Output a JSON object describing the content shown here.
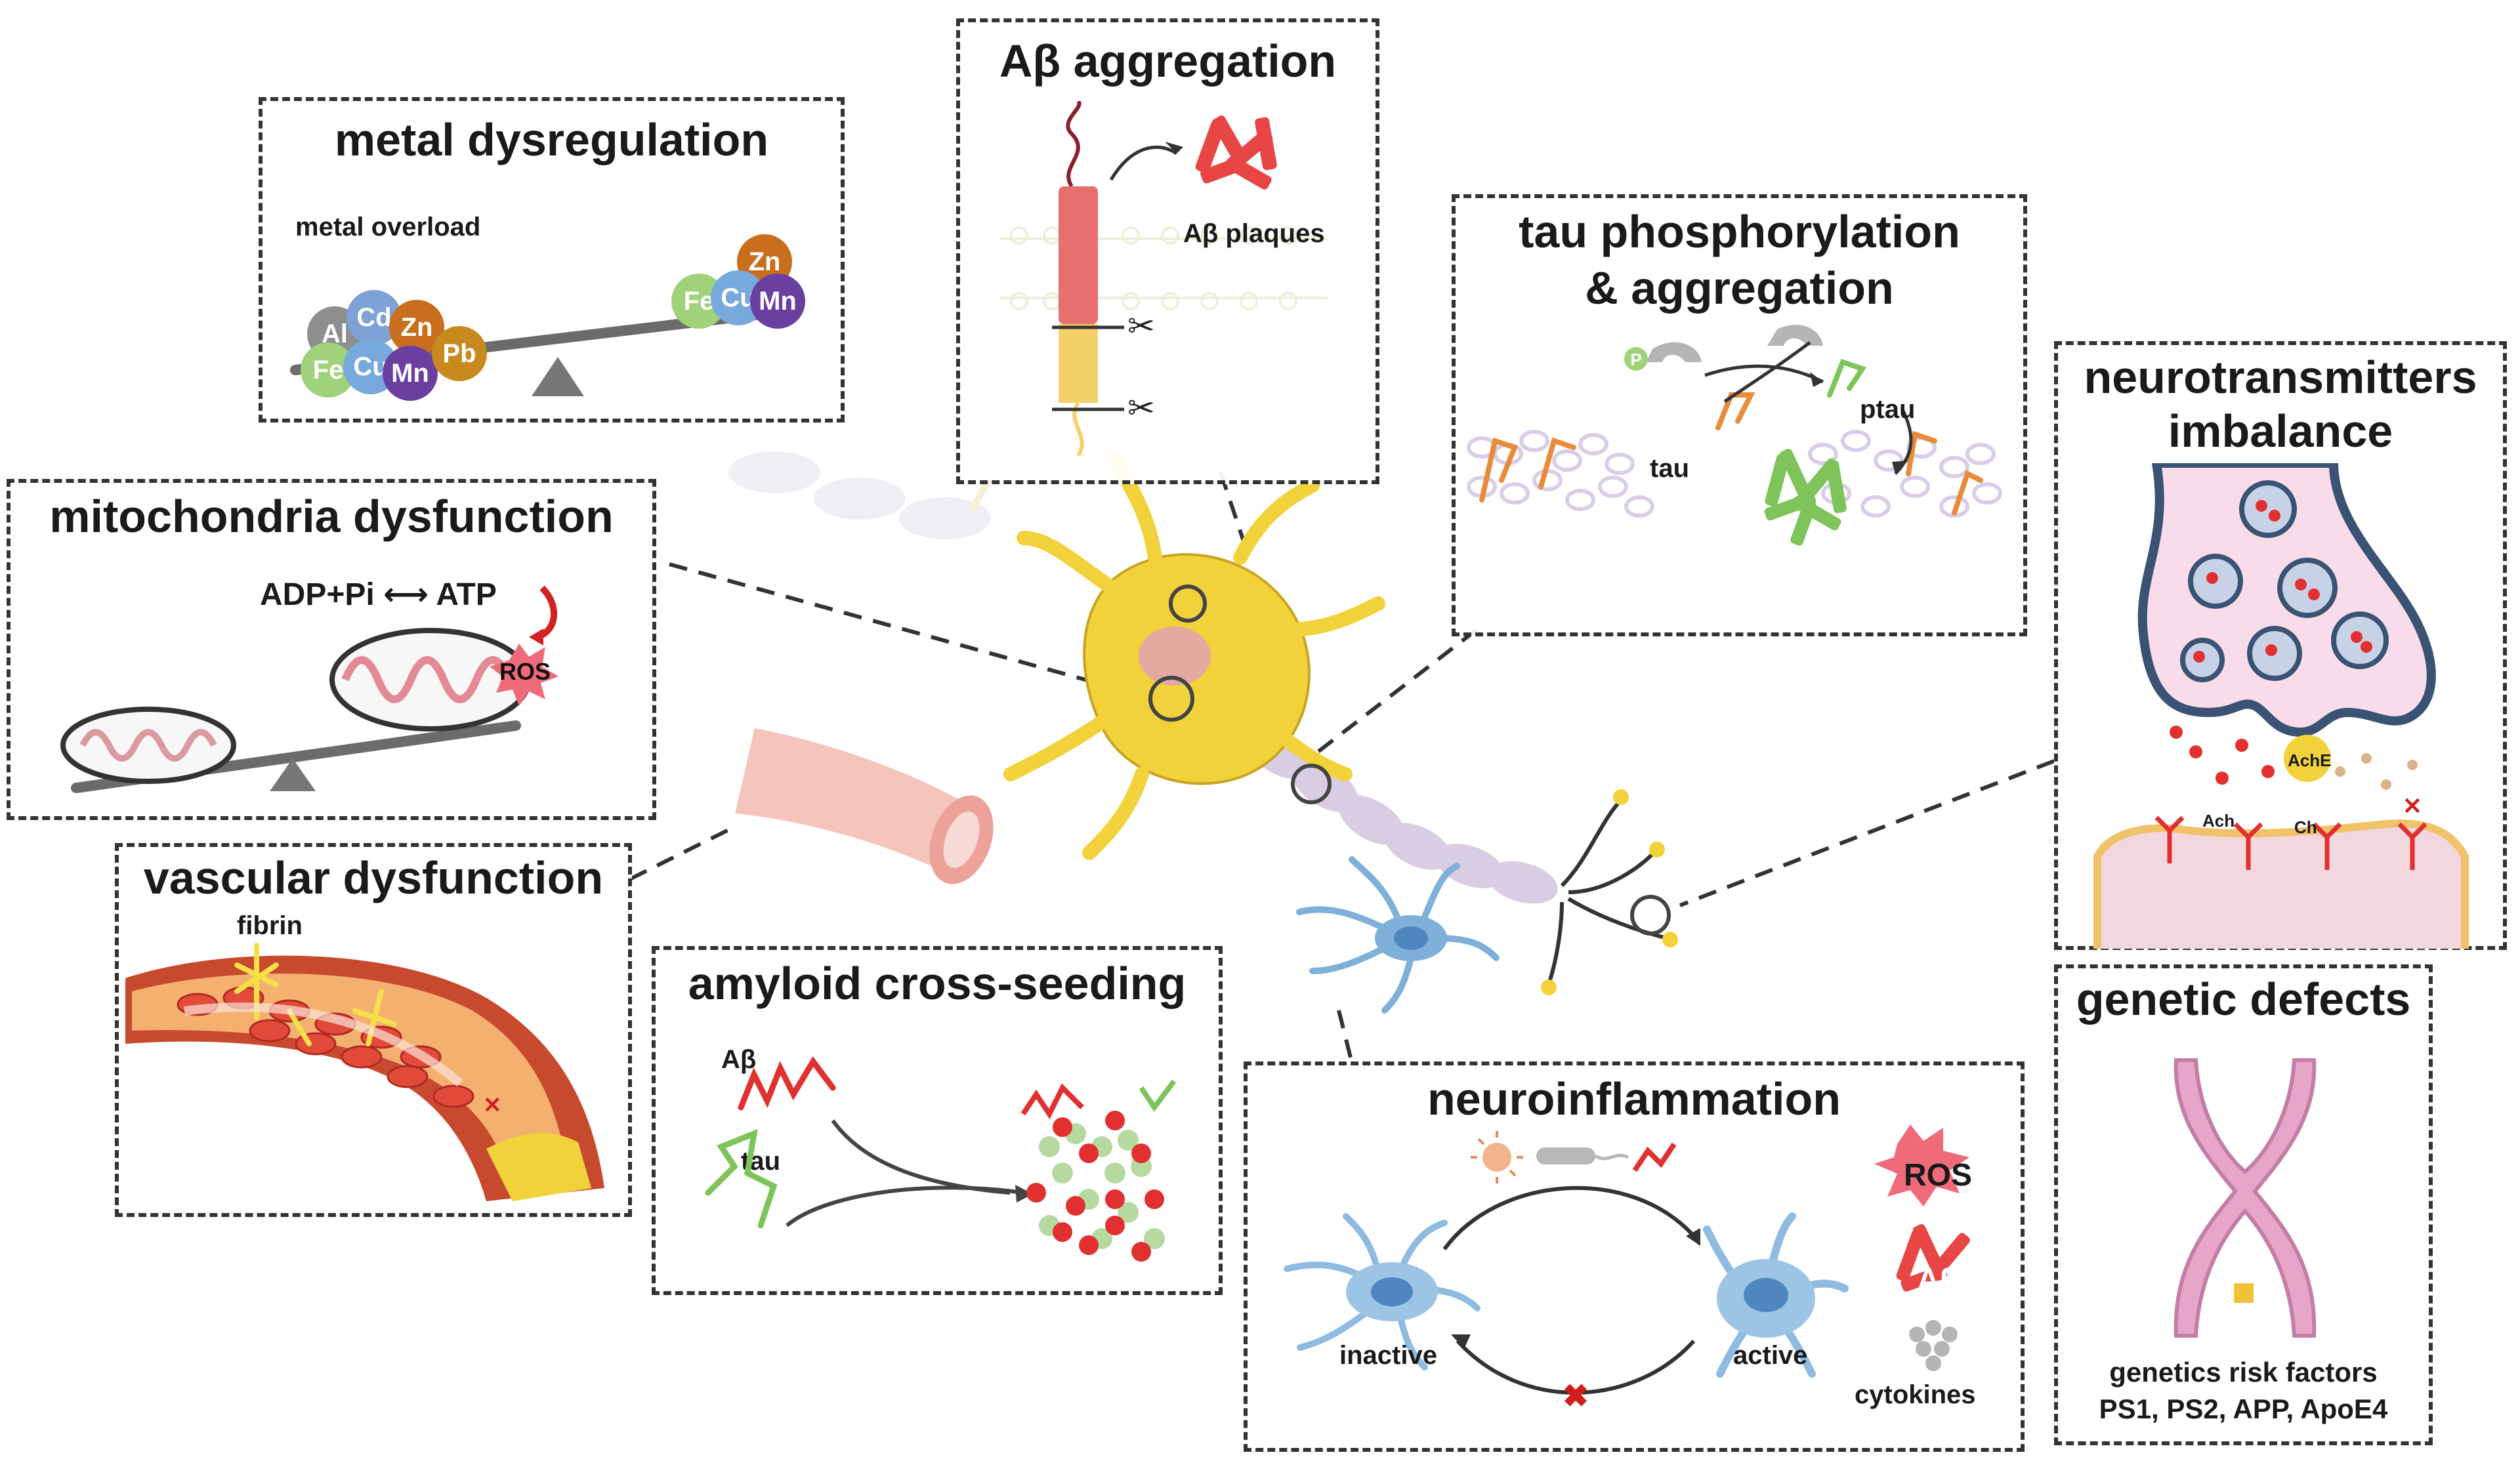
{
  "colors": {
    "neuron": "#f2d23a",
    "axon": "#d9cde3",
    "amyloid": "#e03030",
    "tau": "#e98b3a",
    "ptau": "#7ec45a",
    "microglia": "#7fb0d9",
    "chromosome": "#e7a6c8"
  },
  "center": {
    "icons": [
      "neuron-icon",
      "blood-vessel-icon",
      "microglia-icon"
    ]
  },
  "metal": {
    "title": "metal dysregulation",
    "overload_label": "metal overload",
    "left_metals": [
      "Al",
      "Cd",
      "Zn",
      "Fe",
      "Cu",
      "Mn",
      "Pb"
    ],
    "right_metals": [
      "Zn",
      "Fe",
      "Cu",
      "Mn"
    ]
  },
  "abeta": {
    "title": "Aβ aggregation",
    "plaques_label": "Aβ plaques",
    "icons": [
      "app-protein-icon",
      "scissors-icon",
      "plaque-icon"
    ]
  },
  "tau": {
    "title_line1": "tau phosphorylation",
    "title_line2": "& aggregation",
    "tau_label": "tau",
    "ptau_label": "ptau",
    "p_label": "P"
  },
  "neurotransmitter": {
    "title_line1": "neurotransmitters",
    "title_line2": "imbalance",
    "ache_label": "AchE",
    "ach_label": "Ach",
    "ch_label": "Ch"
  },
  "mito": {
    "title": "mitochondria dysfunction",
    "equation": "ADP+Pi ⟷ ATP",
    "ros_label": "ROS"
  },
  "vascular": {
    "title": "vascular dysfunction",
    "fibrin_label": "fibrin"
  },
  "cross": {
    "title": "amyloid cross-seeding",
    "abeta_label": "Aβ",
    "tau_label": "tau"
  },
  "neuroinflammation": {
    "title": "neuroinflammation",
    "inactive_label": "inactive",
    "active_label": "active",
    "ros_label": "ROS",
    "abeta_label": "Aβ",
    "cytokines_label": "cytokines"
  },
  "genetic": {
    "title": "genetic defects",
    "line1": "genetics risk factors",
    "line2": "PS1, PS2, APP, ApoE4"
  }
}
